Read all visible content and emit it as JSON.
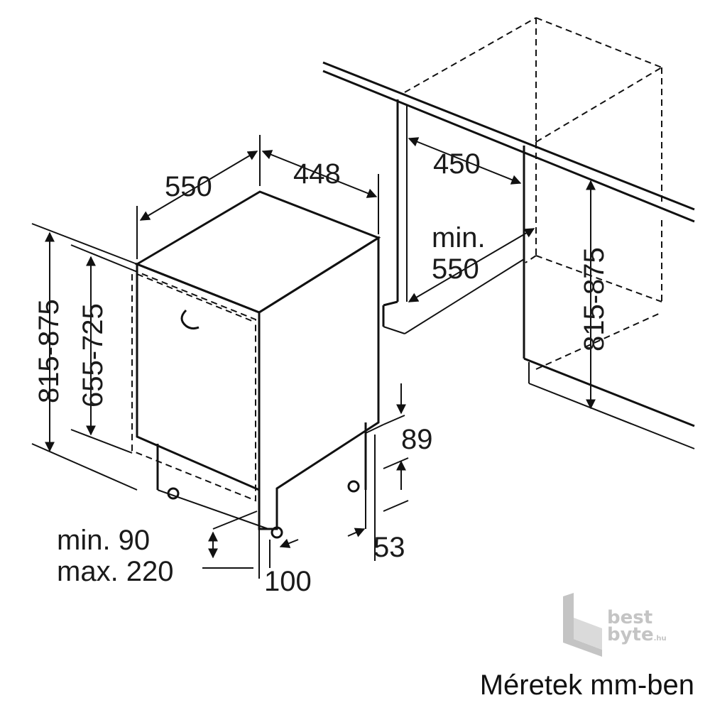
{
  "dimensions": {
    "depth": "550",
    "width": "448",
    "cabinet_depth": "450",
    "min_depth_label": "min.",
    "min_depth_value": "550",
    "niche_height": "815-875",
    "total_height": "815-875",
    "door_height": "655-725",
    "plinth_top": "89",
    "plinth_bottom": "53",
    "plinth_depth": "100",
    "plinth_min": "min. 90",
    "plinth_max": "max. 220"
  },
  "caption": "Méretek mm-ben",
  "watermark": {
    "brand_line1": "best",
    "brand_line2": "byte",
    "brand_suffix": ".hu",
    "color": "#c4c4c4"
  }
}
